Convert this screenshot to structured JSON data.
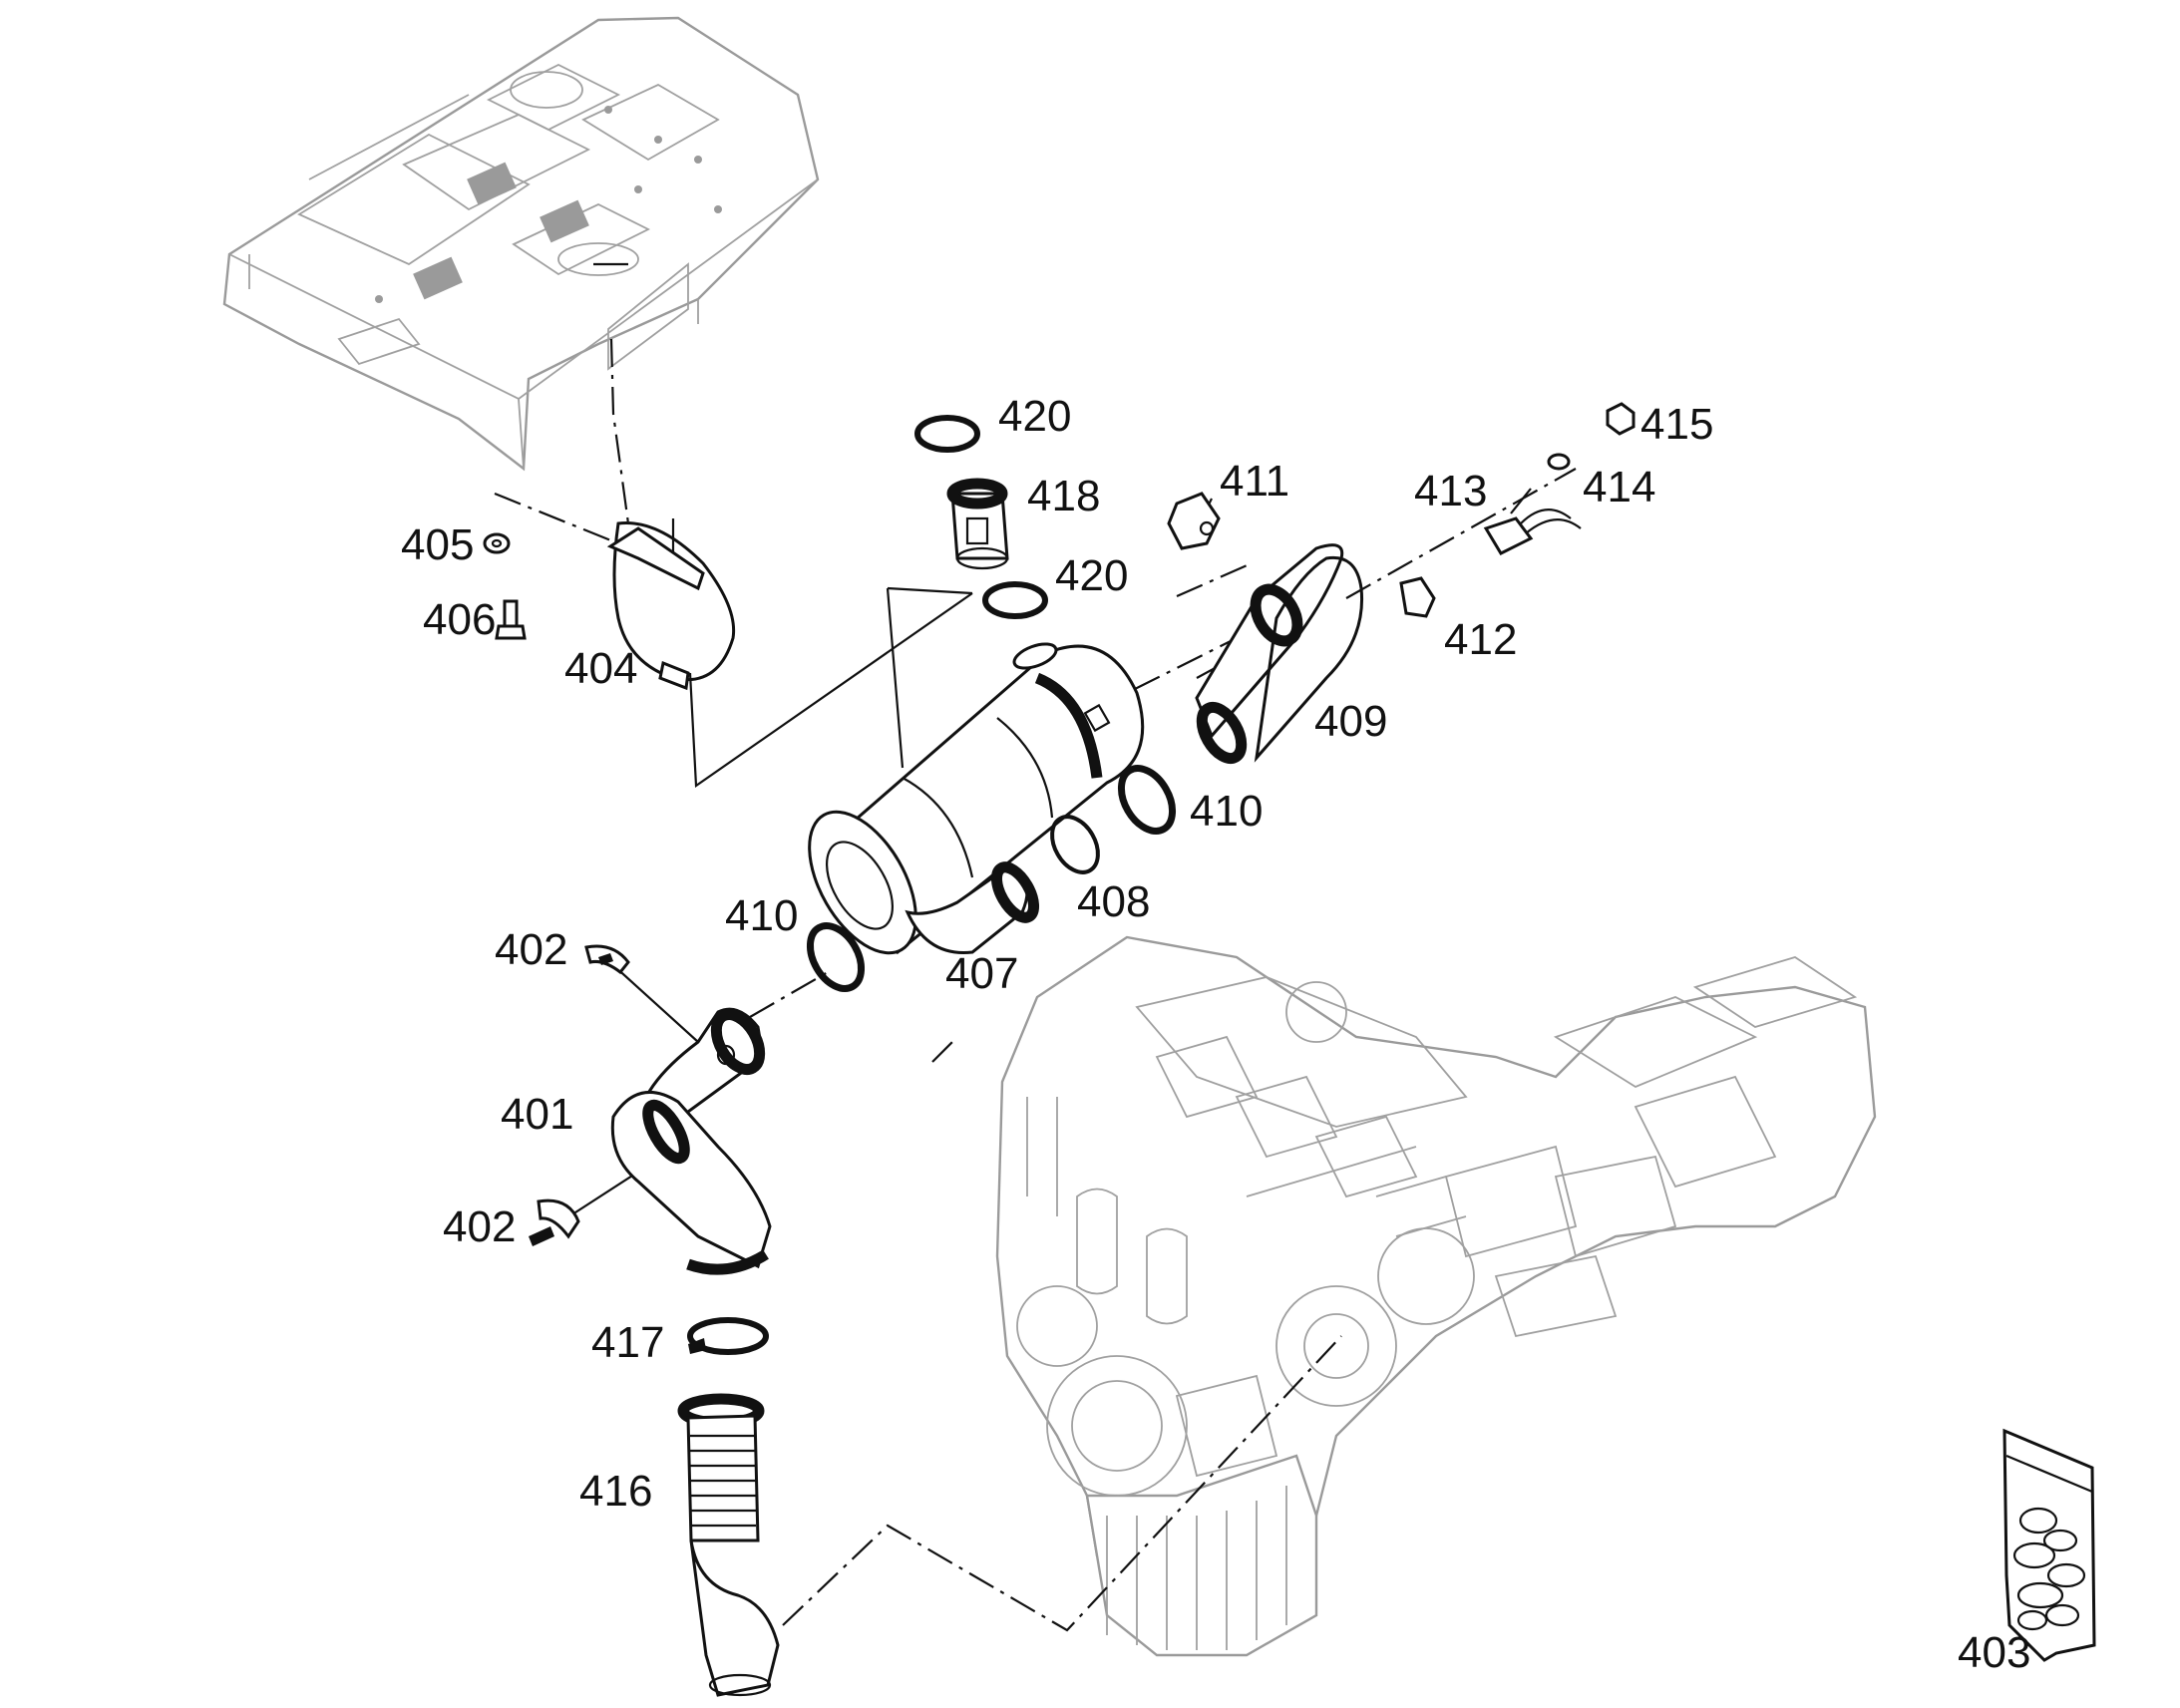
{
  "callouts": {
    "c401": "401",
    "c402a": "402",
    "c402b": "402",
    "c403": "403",
    "c404": "404",
    "c405": "405",
    "c406": "406",
    "c407": "407",
    "c408": "408",
    "c409": "409",
    "c410a": "410",
    "c410b": "410",
    "c411": "411",
    "c412": "412",
    "c413": "413",
    "c414": "414",
    "c415": "415",
    "c416": "416",
    "c417": "417",
    "c418": "418",
    "c420a": "420",
    "c420b": "420"
  },
  "colors": {
    "line": "#111111",
    "ghost": "#9a9a9a",
    "background": "#ffffff"
  }
}
